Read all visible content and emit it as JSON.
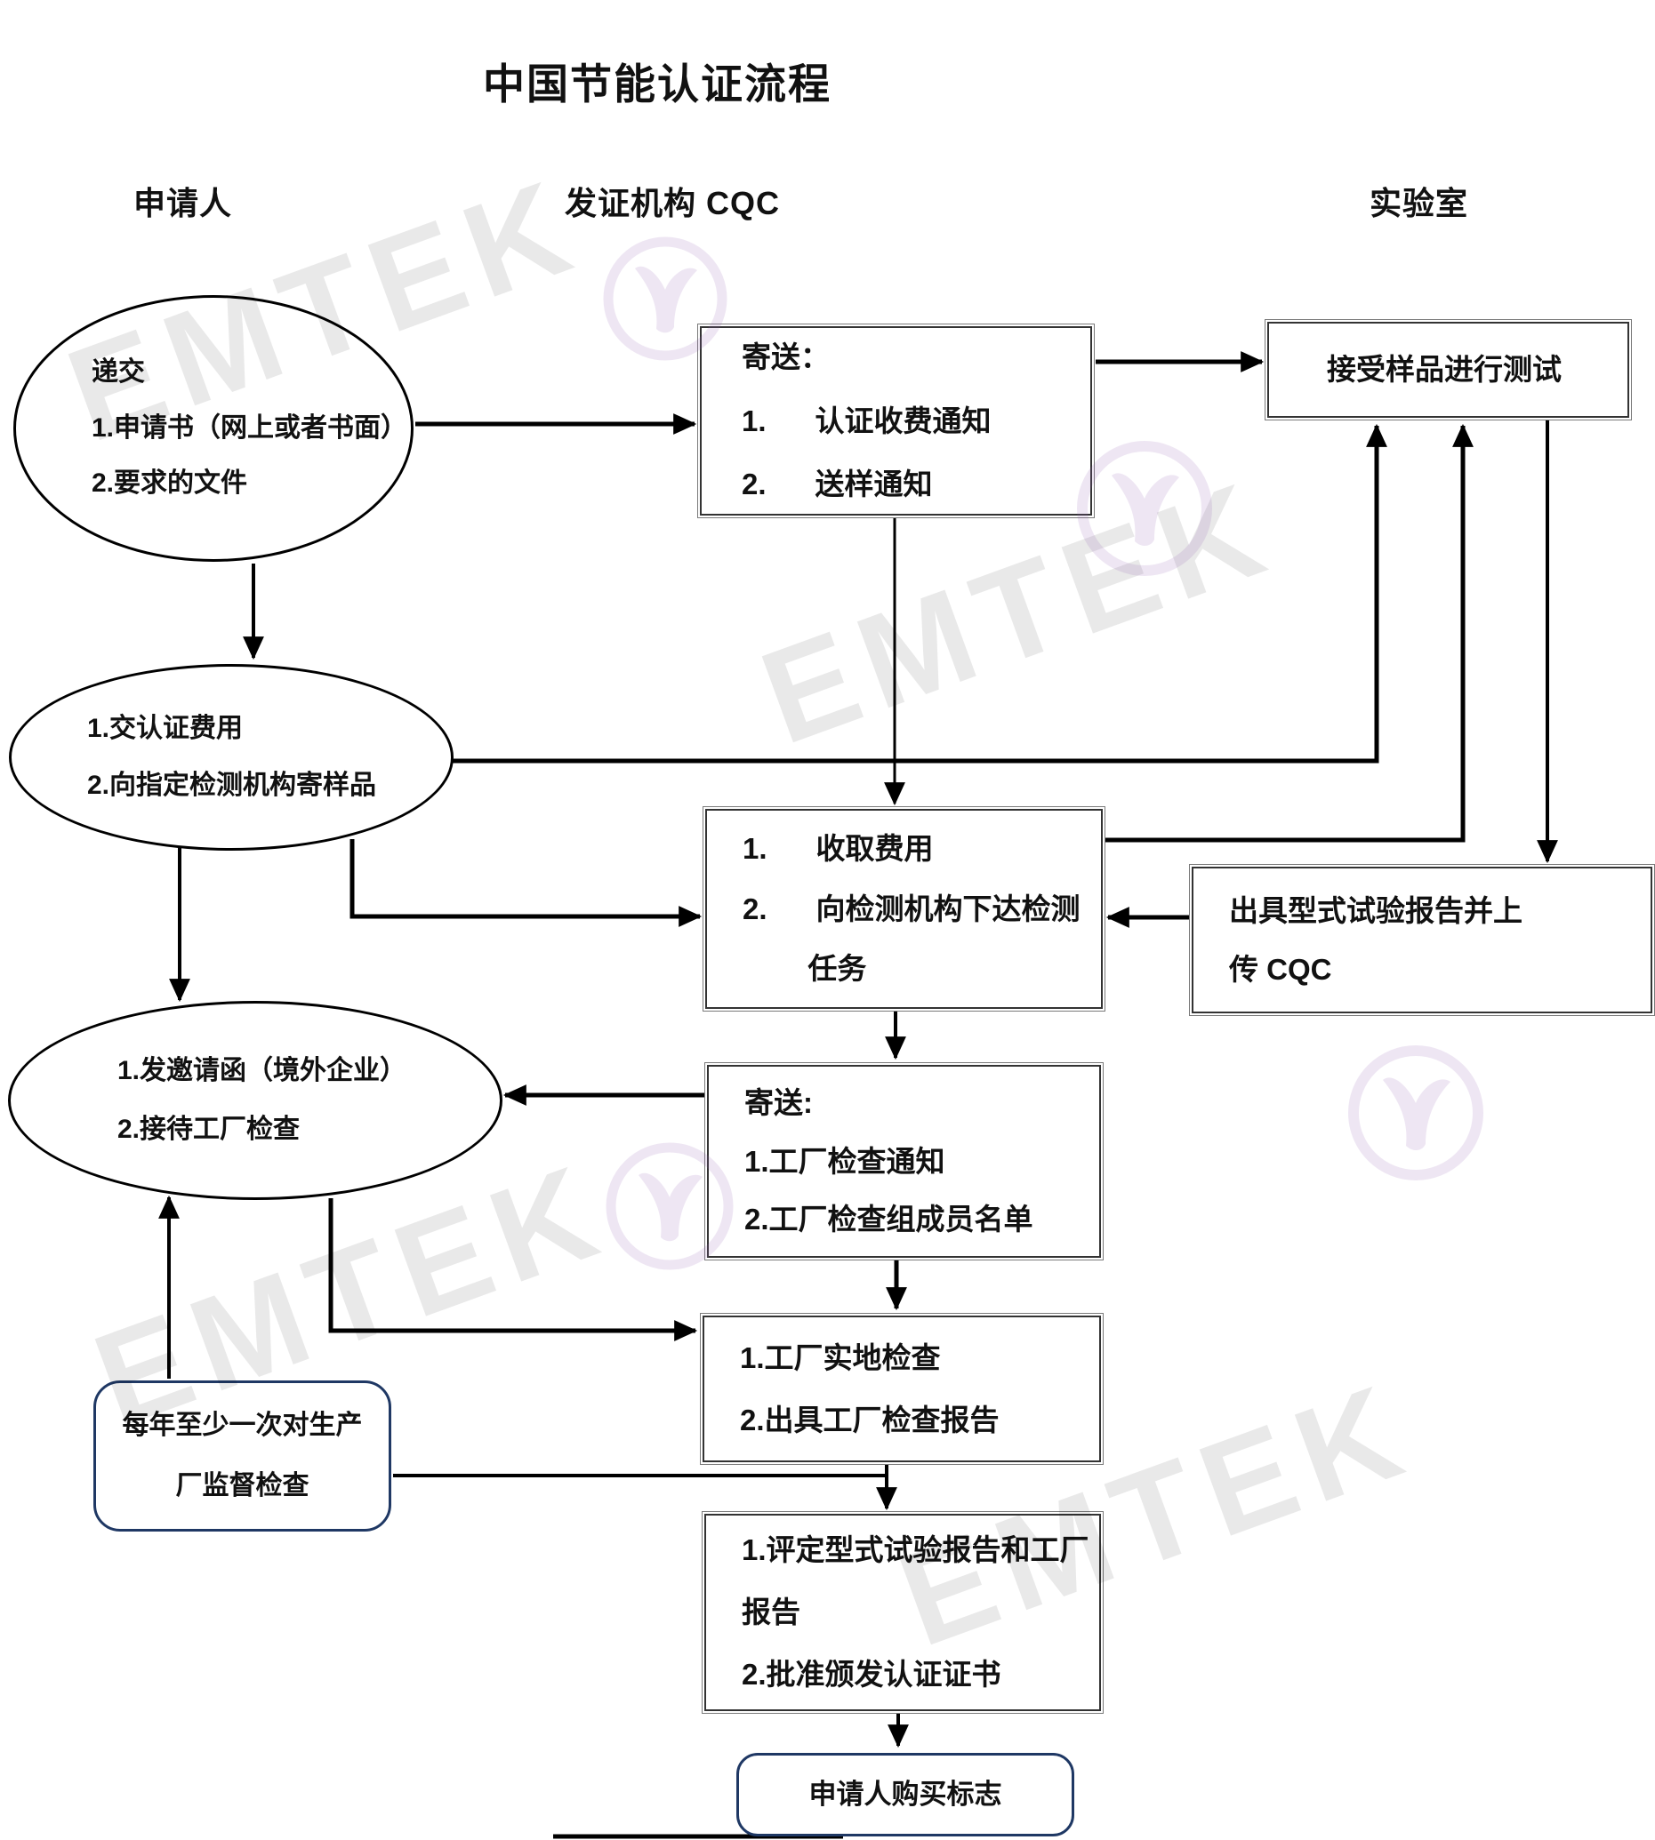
{
  "title": "中国节能认证流程",
  "columns": {
    "applicant": "申请人",
    "issuer": "发证机构 CQC",
    "lab": "实验室"
  },
  "nodes": {
    "e1": {
      "lines": [
        "递交",
        "1.申请书（网上或者书面）",
        "2.要求的文件"
      ]
    },
    "r1": {
      "lines": [
        "寄送：",
        "1.      认证收费通知",
        "2.      送样通知"
      ]
    },
    "lab1": {
      "lines": [
        "接受样品进行测试"
      ]
    },
    "e2": {
      "lines": [
        "1.交认证费用",
        "2.向指定检测机构寄样品"
      ]
    },
    "r2": {
      "lines": [
        "1.      收取费用",
        "2.      向检测机构下达检测",
        "        任务"
      ]
    },
    "lab2": {
      "lines": [
        "出具型式试验报告并上",
        "传 CQC"
      ]
    },
    "e3": {
      "lines": [
        "1.发邀请函（境外企业）",
        "2.接待工厂检查"
      ]
    },
    "r3": {
      "lines": [
        "寄送:",
        "1.工厂检查通知",
        "2.工厂检查组成员名单"
      ]
    },
    "r4": {
      "lines": [
        "1.工厂实地检查",
        "2.出具工厂检查报告"
      ]
    },
    "rb1": {
      "lines": [
        "每年至少一次对生产",
        "厂监督检查"
      ]
    },
    "r5": {
      "lines": [
        "1.评定型式试验报告和工厂",
        "报告",
        "2.批准颁发认证证书"
      ]
    },
    "rb2": {
      "lines": [
        "申请人购买标志"
      ]
    }
  },
  "watermark": {
    "text": "EMTEK",
    "text_color": "rgba(0,0,0,0.085)",
    "logo_color": "rgba(150,100,180,0.16)"
  },
  "colors": {
    "connector": "#000000",
    "box_border": "#333333",
    "box_outer_border": "#7a7a7a",
    "rounded_border": "#1f3864"
  }
}
